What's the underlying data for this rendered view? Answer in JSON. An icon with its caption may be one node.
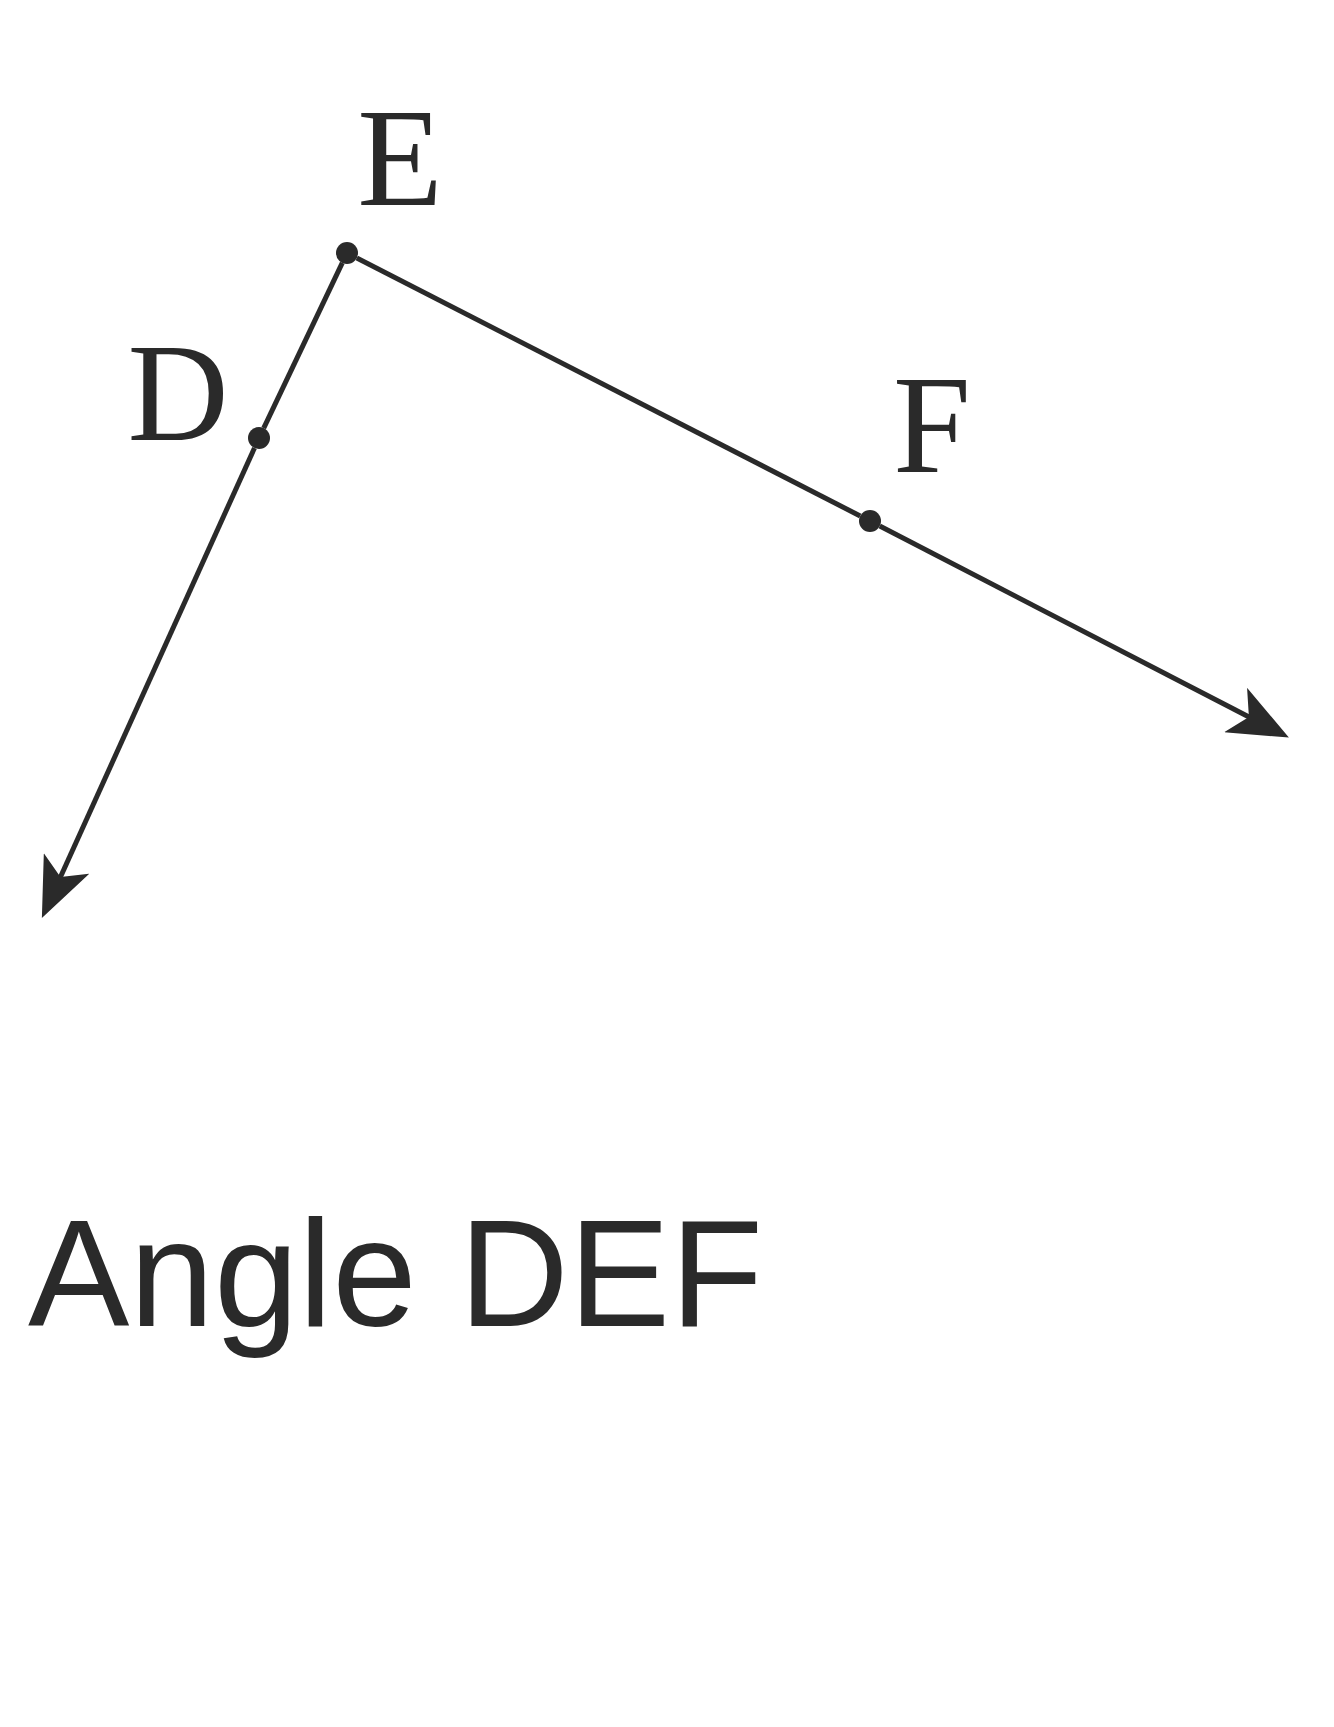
{
  "diagram": {
    "caption": "Angle DEF",
    "nodes": [
      {
        "text": [
          "E"
        ]
      },
      {
        "text": [
          "D"
        ]
      },
      {
        "text": [
          "F"
        ]
      }
    ],
    "edges": [
      {
        "from": 0,
        "to": 1,
        "arrow": "none"
      },
      {
        "from": 1,
        "to": null,
        "arrow": "to"
      },
      {
        "from": 0,
        "to": 2,
        "arrow": "none"
      },
      {
        "from": 2,
        "to": null,
        "arrow": "to"
      }
    ]
  }
}
